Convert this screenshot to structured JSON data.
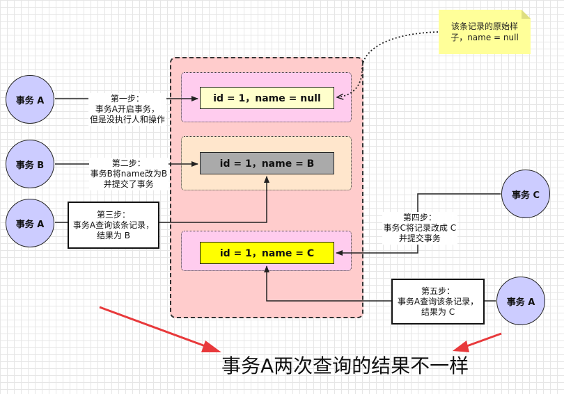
{
  "colors": {
    "container": "#ffcccc",
    "group_pink": "#ffccee",
    "group_peach": "#ffe6cc",
    "record_1": "#ffffcc",
    "record_2": "#aaaaaa",
    "record_3": "#ffff00",
    "actor": "#ccccff",
    "note": "#ffff99",
    "arrow_red": "#e8393b"
  },
  "actors": {
    "a1": "事务 A",
    "b": "事务 B",
    "a2": "事务 A",
    "c": "事务 C",
    "a3": "事务 A"
  },
  "records": {
    "r1": "id = 1，name = null",
    "r2": "id = 1，name = B",
    "r3": "id = 1，name = C"
  },
  "steps": {
    "s1": "第一步：\n事务A开启事务，\n但是没执行人和操作",
    "s2": "第二步：\n事务B将name改为B\n并提交了事务",
    "s3": "第三步：\n事务A查询该条记录，\n结果为 B",
    "s4": "第四步：\n事务C将记录改成 C\n并提交事务",
    "s5": "第五步：\n事务A查询该条记录，\n结果为 C"
  },
  "note": "该条记录的原始样\n子，name = null",
  "conclusion": "事务A两次查询的结果不一样"
}
